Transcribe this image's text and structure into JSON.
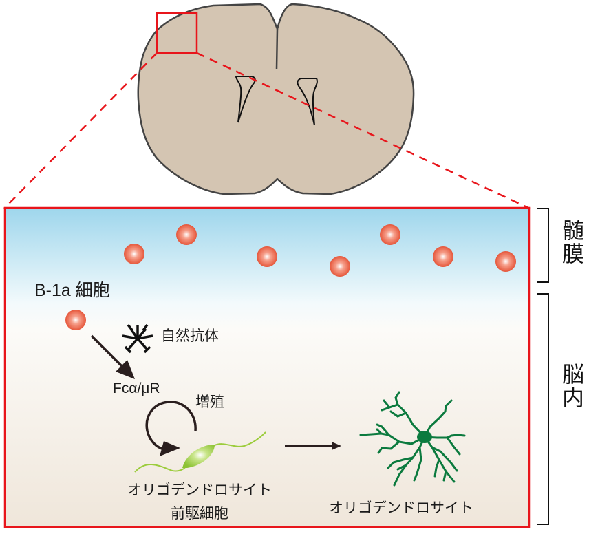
{
  "figure": {
    "type": "schematic",
    "subject": "spinal cord cross-section with magnified meninges/parenchyma region"
  },
  "colors": {
    "cord_fill": "#d4c5b2",
    "cord_outline": "#444444",
    "zoom_frame": "#e8151b",
    "meninges_top": "#9ed6ec",
    "parenchyma_bottom": "#efe6da",
    "b_cell": "#e8553a",
    "opc": "#9ccc3c",
    "oligodendrocyte": "#0b7a3e",
    "arrow": "#2a1e1e"
  },
  "labels": {
    "b1a_cell": "B-1a 細胞",
    "natural_antibody": "自然抗体",
    "receptor": "Fcα/μR",
    "proliferation": "増殖",
    "opc_line1": "オリゴデンドロサイト",
    "opc_line2": "前駆細胞",
    "oligodendrocyte": "オリゴデンドロサイト",
    "meninges": "髄膜",
    "brain_parenchyma": "脳内"
  },
  "icons": {
    "antibody": "antibody-icon",
    "b_cell": "b-cell-icon",
    "opc": "opc-cell-icon",
    "oligodendrocyte": "oligodendrocyte-icon"
  },
  "counts": {
    "meningeal_b_cells": 7,
    "parenchymal_b_cells": 1
  }
}
